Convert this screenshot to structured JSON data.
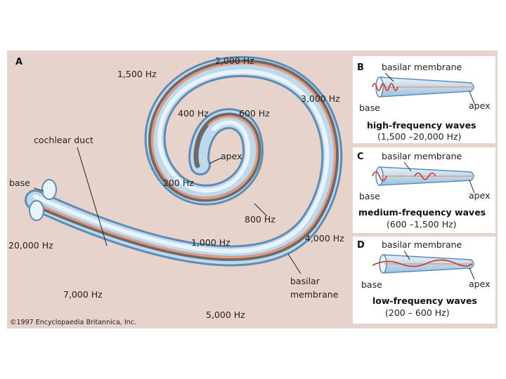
{
  "colors": {
    "background": "#e6d3cc",
    "panel_background": "#ffffff",
    "tube_outer": "#5f8bb5",
    "tube_fill": "#bfd9ec",
    "tube_highlight": "#e8f3fb",
    "duct_dark": "#6b6b6b",
    "membrane_salmon": "#ec9a7d",
    "wave": "#c0392b"
  },
  "panel_a": {
    "letter": "A",
    "freq_labels": [
      "2,000 Hz",
      "1,500 Hz",
      "3,000 Hz",
      "400 Hz",
      "600 Hz",
      "200 Hz",
      "800 Hz",
      "1,000 Hz",
      "4,000 Hz",
      "20,000 Hz",
      "7,000 Hz",
      "5,000 Hz"
    ],
    "cochlear_duct": "cochlear duct",
    "base": "base",
    "apex": "apex",
    "basilar_membrane_line1": "basilar",
    "basilar_membrane_line2": "membrane",
    "copyright": "©1997 Encyclopaedia Britannica, Inc."
  },
  "panels": [
    {
      "letter": "B",
      "membrane": "basilar membrane",
      "base": "base",
      "apex": "apex",
      "title": "high-frequency waves",
      "range": "(1,500 –20,000 Hz)"
    },
    {
      "letter": "C",
      "membrane": "basilar membrane",
      "base": "base",
      "apex": "apex",
      "title": "medium-frequency waves",
      "range": "(600 –1,500 Hz)"
    },
    {
      "letter": "D",
      "membrane": "basilar membrane",
      "base": "base",
      "apex": "apex",
      "title": "low-frequency waves",
      "range": "(200 – 600 Hz)"
    }
  ]
}
